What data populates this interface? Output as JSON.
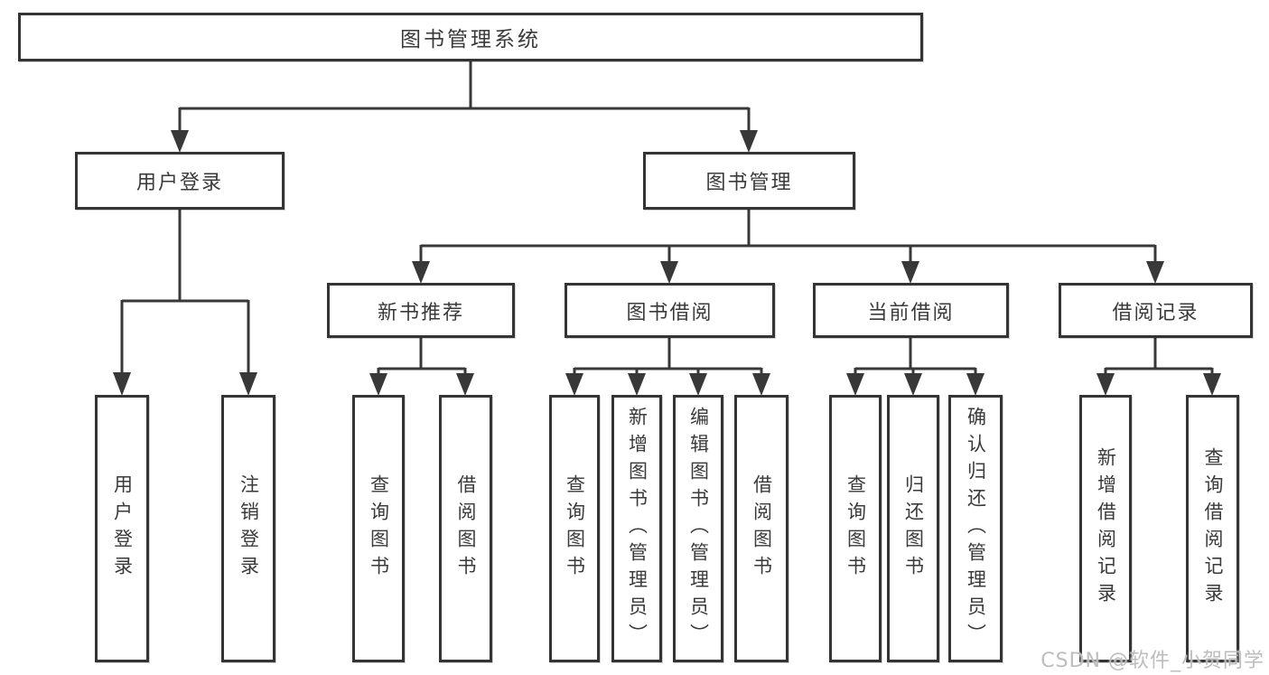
{
  "diagram": {
    "root": {
      "label": "图书管理系统"
    },
    "branches": [
      {
        "label": "用户登录"
      },
      {
        "label": "图书管理"
      }
    ],
    "modules": [
      {
        "label": "新书推荐"
      },
      {
        "label": "图书借阅"
      },
      {
        "label": "当前借阅"
      },
      {
        "label": "借阅记录"
      }
    ],
    "leaves": [
      {
        "label": "用户登录"
      },
      {
        "label": "注销登录"
      },
      {
        "label": "查询图书"
      },
      {
        "label": "借阅图书"
      },
      {
        "label": "查询图书"
      },
      {
        "label": "新增图书（管理员）"
      },
      {
        "label": "编辑图书（管理员）"
      },
      {
        "label": "借阅图书"
      },
      {
        "label": "查询图书"
      },
      {
        "label": "归还图书"
      },
      {
        "label": "确认归还（管理员）"
      },
      {
        "label": "新增借阅记录"
      },
      {
        "label": "查询借阅记录"
      }
    ],
    "colors": {
      "line": "#383838",
      "border": "#343434",
      "text": "#3a3a3a",
      "watermark": "#b9b9b9"
    }
  },
  "watermark": {
    "text": "CSDN @软件_小贺同学"
  }
}
